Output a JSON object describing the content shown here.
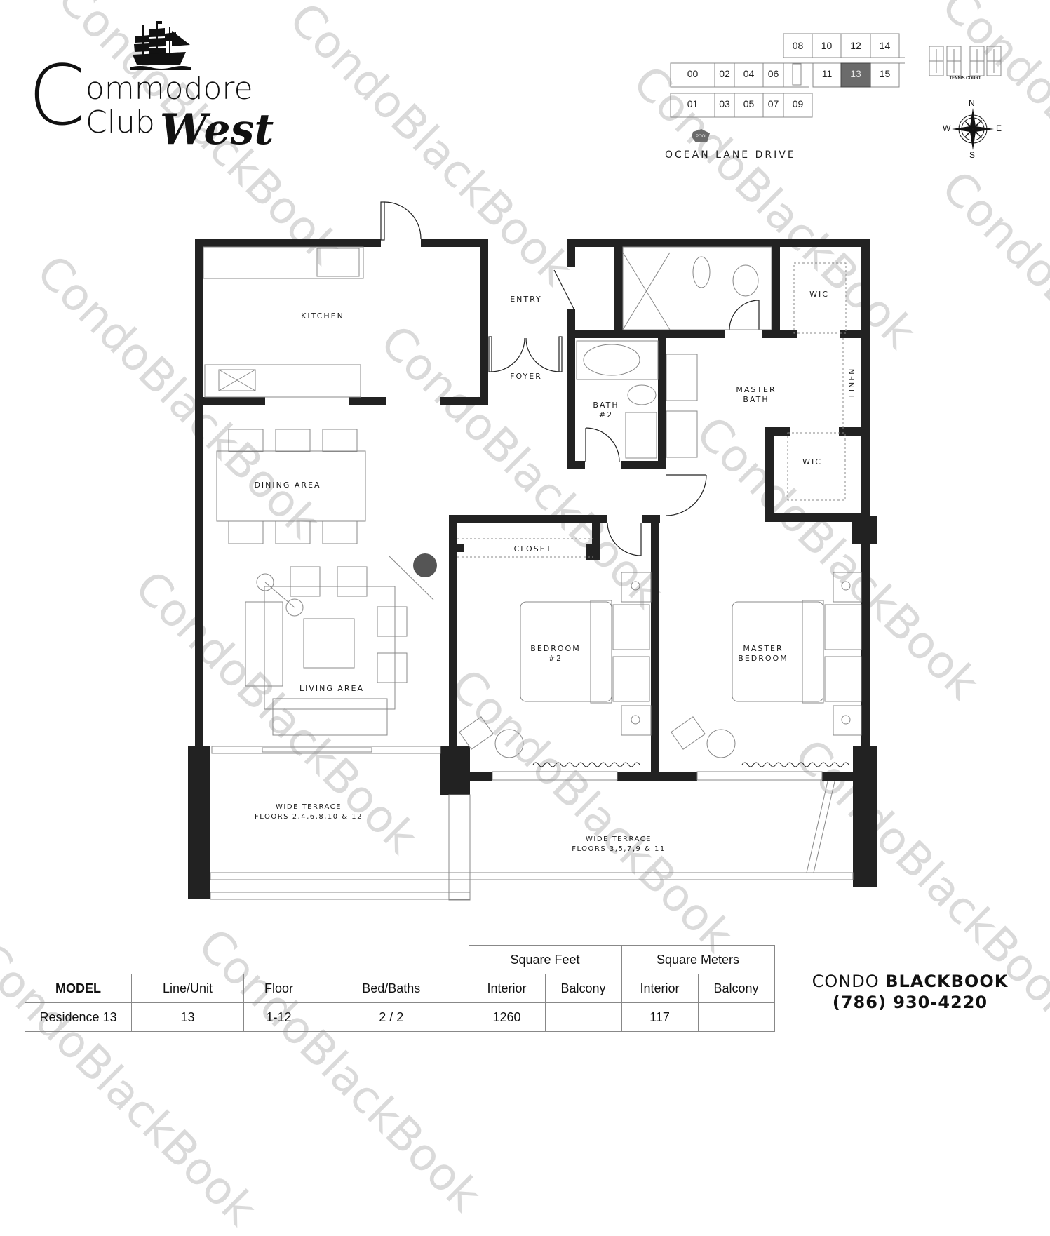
{
  "logo": {
    "letter_c": "C",
    "line1": "ommodore",
    "line2": "Club",
    "script": "West",
    "icon": "ship-icon"
  },
  "keyplan": {
    "north_row": [
      "08",
      "10",
      "12",
      "14"
    ],
    "middle_row": [
      "00",
      "02",
      "04",
      "06",
      "11",
      "13",
      "15"
    ],
    "south_row": [
      "01",
      "03",
      "05",
      "07",
      "09"
    ],
    "highlighted_unit": "13",
    "highlight_color": "#6b6b6b",
    "pool_label": "POOL",
    "street_label": "OCEAN LANE DRIVE",
    "tennis_label": "TENNIS COURT",
    "compass": {
      "n": "N",
      "s": "S",
      "e": "E",
      "w": "W"
    }
  },
  "rooms": {
    "kitchen": "KITCHEN",
    "entry": "ENTRY",
    "foyer": "FOYER",
    "dining": "DINING AREA",
    "living": "LIVING AREA",
    "bath2_line1": "BATH",
    "bath2_line2": "#2",
    "master_bath_line1": "MASTER",
    "master_bath_line2": "BATH",
    "wic_top": "WIC",
    "wic_bottom": "WIC",
    "linen": "LINEN",
    "closet": "CLOSET",
    "bedroom2_line1": "BEDROOM",
    "bedroom2_line2": "#2",
    "master_bed_line1": "MASTER",
    "master_bed_line2": "BEDROOM",
    "terrace_left_line1": "WIDE TERRACE",
    "terrace_left_line2": "FLOORS 2,4,6,8,10 & 12",
    "terrace_right_line1": "WIDE TERRACE",
    "terrace_right_line2": "FLOORS 3,5,7,9 & 11"
  },
  "spec_table": {
    "group_headers": {
      "sqft": "Square Feet",
      "sqm": "Square Meters"
    },
    "headers": [
      "MODEL",
      "Line/Unit",
      "Floor",
      "Bed/Baths",
      "Interior",
      "Balcony",
      "Interior",
      "Balcony"
    ],
    "row": [
      "Residence 13",
      "13",
      "1-12",
      "2 / 2",
      "1260",
      "",
      "117",
      ""
    ]
  },
  "brand": {
    "name_light": "CONDO",
    "name_bold": "BLACKBOOK",
    "phone": "(786) 930-4220"
  },
  "watermark": "CondoBlackBook"
}
